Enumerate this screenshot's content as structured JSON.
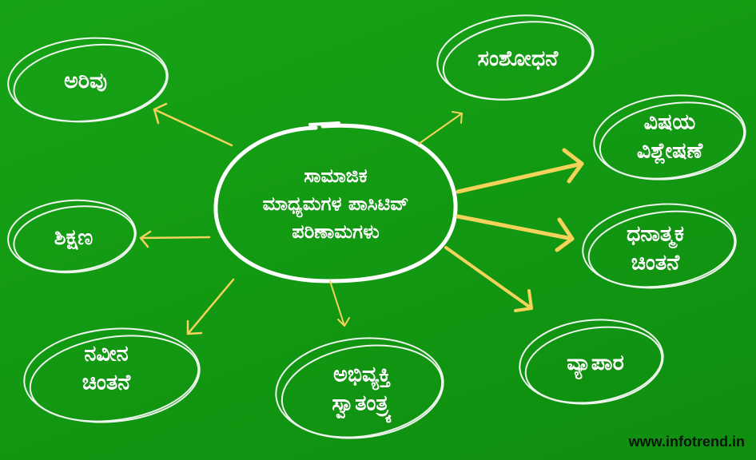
{
  "diagram": {
    "type": "mind-map",
    "background_color": "#139a12",
    "arrow_color": "#f3d35a",
    "ring_color": "#ffffff",
    "center": {
      "lines": [
        "ಸಾಮಾಜಿಕ",
        "ಮಾಧ್ಯಮಗಳ ಪಾಸಿಟಿವ್",
        "ಪರಿಣಾಮಗಳು"
      ]
    },
    "nodes": [
      {
        "id": "arivu",
        "lines": [
          "ಅರಿವು"
        ]
      },
      {
        "id": "samshodhane",
        "lines": [
          "ಸಂಶೋಧನೆ"
        ]
      },
      {
        "id": "vishaya-vishleshane",
        "lines": [
          "ವಿಷಯ",
          "ವಿಶ್ಲೇಷಣೆ"
        ]
      },
      {
        "id": "shikshana",
        "lines": [
          "ಶಿಕ್ಷಣ"
        ]
      },
      {
        "id": "dhanatmaka-chintane",
        "lines": [
          "ಧನಾತ್ಮಕ",
          "ಚಿಂತನೆ"
        ]
      },
      {
        "id": "naveena-chintane",
        "lines": [
          "ನವೀನ",
          "ಚಿಂತನೆ"
        ]
      },
      {
        "id": "abhivyakti-swatantrya",
        "lines": [
          "ಅಭಿವ್ಯಕ್ತಿ",
          "ಸ್ವಾತಂತ್ರ್ಯ"
        ]
      },
      {
        "id": "vyapara",
        "lines": [
          "ವ್ಯಾಪಾರ"
        ]
      }
    ]
  },
  "watermark": "www.infotrend.in"
}
